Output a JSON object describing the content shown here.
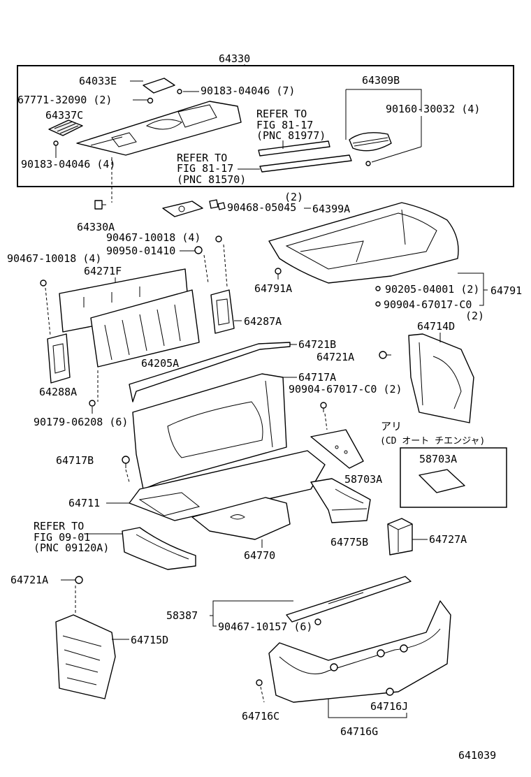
{
  "assembly": {
    "main_number": "64330",
    "corner_code": "641039"
  },
  "parts": {
    "p64033E": "64033E",
    "p67771": "67771-32090 (2)",
    "p90183_7": "90183-04046 (7)",
    "p64337C": "64337C",
    "p90183_4": "90183-04046 (4)",
    "p64309B": "64309B",
    "p90160": "90160-30032 (4)",
    "p64330A": "64330A",
    "p90468_qty": "(2)",
    "p90468": "90468-05045",
    "p64399A": "64399A",
    "p90467_a": "90467-10018 (4)",
    "p90950": "90950-01410",
    "p90467_b": "90467-10018 (4)",
    "p64271F": "64271F",
    "p64791A": "64791A",
    "p90205": "90205-04001 (2)",
    "p64791": "64791",
    "p90904_a": "90904-67017-C0",
    "p90904_a_qty": "(2)",
    "p64287A": "64287A",
    "p64714D": "64714D",
    "p64721B": "64721B",
    "p64721A_a": "64721A",
    "p64205A": "64205A",
    "p64717A": "64717A",
    "p90904_b": "90904-67017-C0 (2)",
    "p64288A": "64288A",
    "p90179": "90179-06208 (6)",
    "p64717B": "64717B",
    "p58703A_a": "58703A",
    "p58703A_b": "58703A",
    "p64711": "64711",
    "p64775B": "64775B",
    "p64727A": "64727A",
    "p64770": "64770",
    "p64721A_b": "64721A",
    "p64715D": "64715D",
    "p58387": "58387",
    "p90467_c": "90467-10157 (6)",
    "p64716C": "64716C",
    "p64716J": "64716J",
    "p64716G": "64716G"
  },
  "refers": {
    "r1": [
      "REFER TO",
      "FIG 81-17",
      "(PNC 81977)"
    ],
    "r2": [
      "REFER TO",
      "FIG 81-17",
      "(PNC 81570)"
    ],
    "r3": [
      "REFER TO",
      "FIG 09-01",
      "(PNC 09120A)"
    ]
  },
  "note": {
    "line1": "アリ",
    "line2": "(CD  オート  チエンジャ)"
  }
}
